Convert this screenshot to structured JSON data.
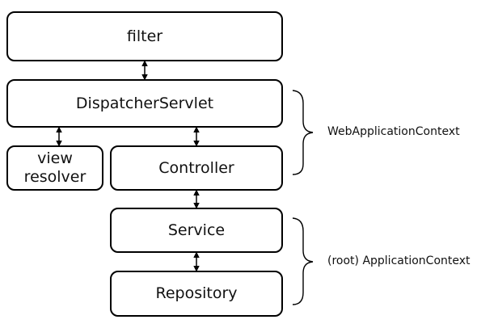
{
  "boxes": {
    "filter": "filter",
    "dispatcher": "DispatcherServlet",
    "view_resolver": [
      "view",
      "resolver"
    ],
    "controller": "Controller",
    "service": "Service",
    "repository": "Repository"
  },
  "contexts": {
    "web": "WebApplicationContext",
    "root": "(root) ApplicationContext"
  }
}
